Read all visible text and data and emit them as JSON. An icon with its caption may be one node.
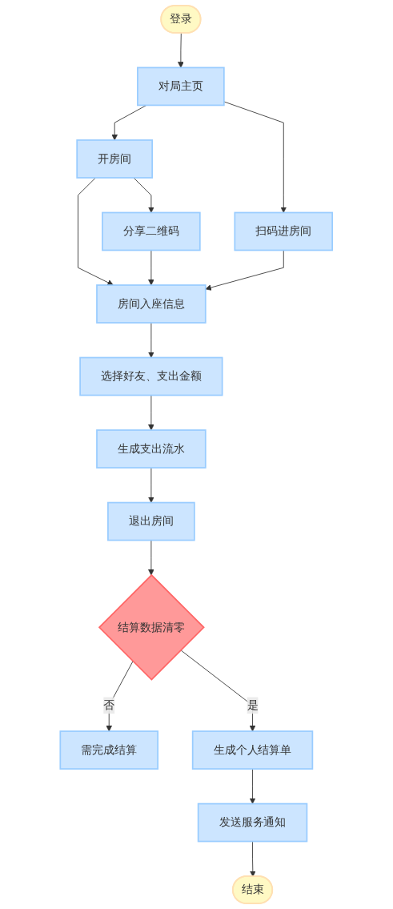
{
  "diagram": {
    "nodes": [
      {
        "text": [
          "登录"
        ]
      },
      {
        "text": [
          "对局主页"
        ]
      },
      {
        "text": [
          "分享二维码"
        ]
      },
      {
        "text": [
          "开房间"
        ]
      },
      {
        "text": [
          "扫码进房间"
        ]
      },
      {
        "text": [
          "房间入座信息"
        ]
      },
      {
        "text": [
          "选择好友、支出金额"
        ]
      },
      {
        "text": [
          "生成支出流水"
        ]
      },
      {
        "text": [
          "退出房间"
        ]
      },
      {
        "text": [
          "需完成结算"
        ]
      },
      {
        "text": [
          "结算数据清零"
        ]
      },
      {
        "text": [
          "生成个人结算单"
        ]
      },
      {
        "text": [
          "发送服务通知"
        ]
      },
      {
        "text": [
          "结束"
        ]
      }
    ],
    "edges": [
      {
        "from": 0,
        "to": 1,
        "arrow": "to"
      },
      {
        "from": 1,
        "to": 3,
        "arrow": "to"
      },
      {
        "from": 1,
        "to": 4,
        "arrow": "to"
      },
      {
        "from": 3,
        "to": 2,
        "arrow": "to"
      },
      {
        "from": 3,
        "to": 5,
        "arrow": "to"
      },
      {
        "from": 2,
        "to": 5,
        "arrow": "to"
      },
      {
        "from": 4,
        "to": 5,
        "arrow": "to"
      },
      {
        "from": 5,
        "to": 6,
        "arrow": "to"
      },
      {
        "from": 6,
        "to": 7,
        "arrow": "to"
      },
      {
        "from": 7,
        "to": 8,
        "arrow": "to"
      },
      {
        "from": 8,
        "to": 10,
        "arrow": "to"
      },
      {
        "from": 10,
        "to": 9,
        "label": "否",
        "arrow": "to"
      },
      {
        "from": 10,
        "to": 11,
        "label": "是",
        "arrow": "to"
      },
      {
        "from": 11,
        "to": 12,
        "arrow": "to"
      },
      {
        "from": 12,
        "to": 13,
        "arrow": "to"
      }
    ]
  }
}
